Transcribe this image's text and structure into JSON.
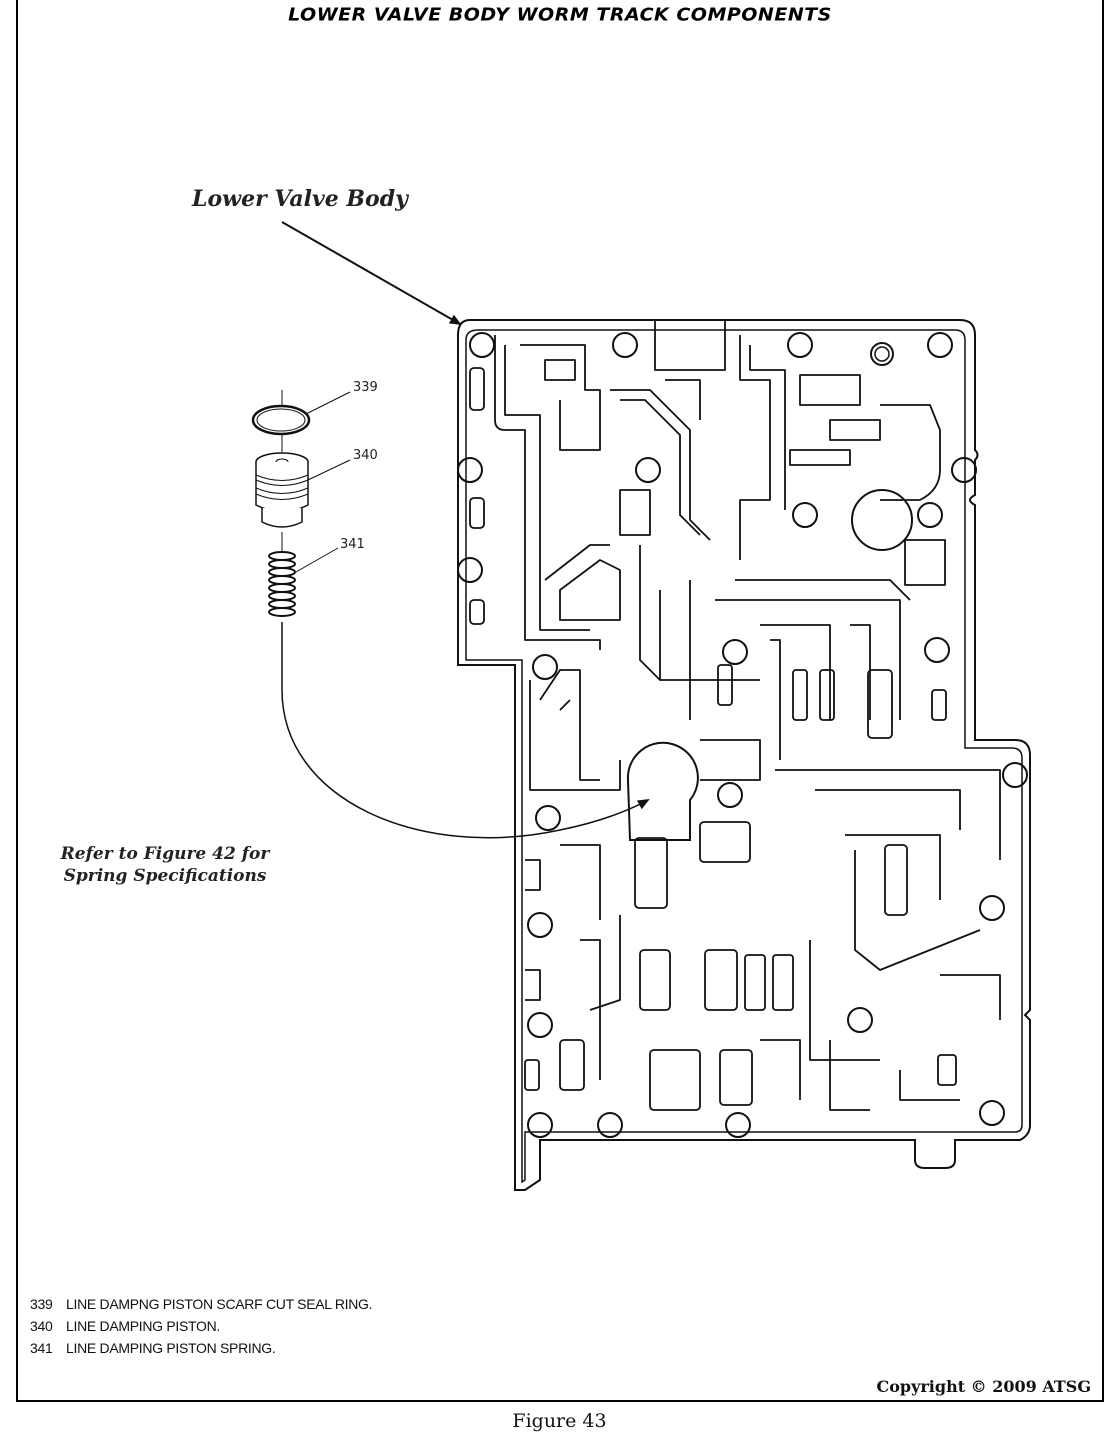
{
  "title": "LOWER VALVE BODY WORM TRACK COMPONENTS",
  "callout_main": "Lower Valve Body",
  "refer_note": {
    "line1": "Refer to Figure 42 for",
    "line2": "Spring Specifications"
  },
  "parts": [
    {
      "number": "339",
      "description": "LINE DAMPNG PISTON SCARF CUT SEAL RING."
    },
    {
      "number": "340",
      "description": "LINE DAMPING PISTON."
    },
    {
      "number": "341",
      "description": "LINE DAMPING PISTON SPRING."
    }
  ],
  "copyright": "Copyright © 2009 ATSG",
  "figure_caption": "Figure 43"
}
